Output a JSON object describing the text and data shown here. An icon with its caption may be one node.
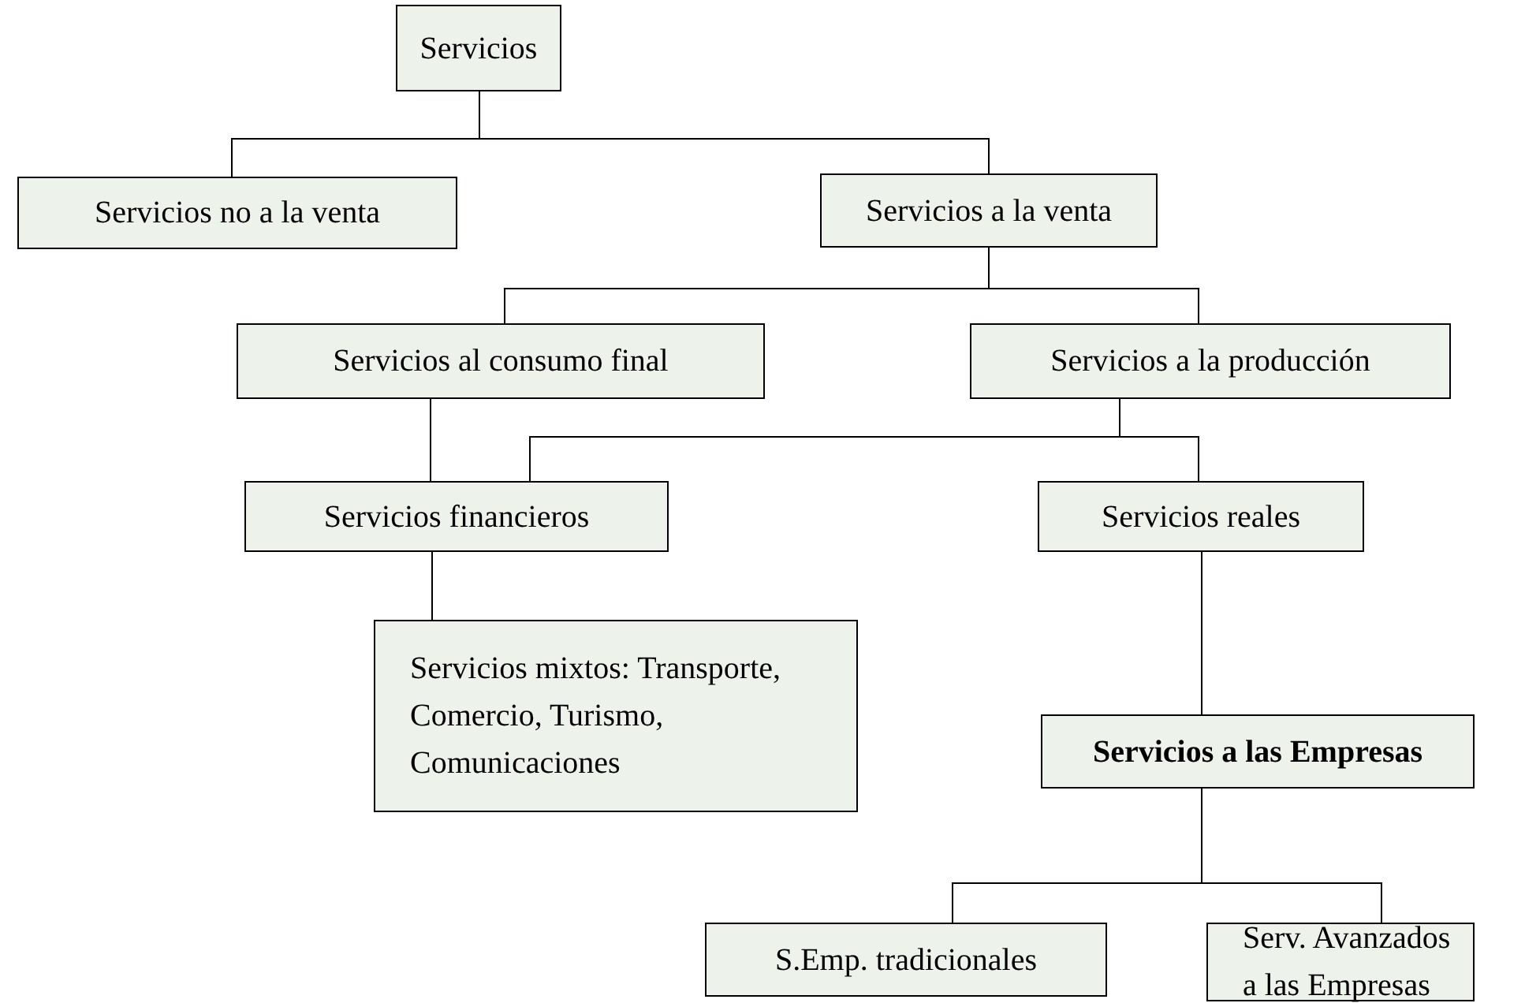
{
  "diagram": {
    "nodes": [
      {
        "text": [
          "Servicios"
        ]
      },
      {
        "text": [
          "Servicios no a la venta"
        ]
      },
      {
        "text": [
          "Servicios a la venta"
        ]
      },
      {
        "text": [
          "Servicios al consumo final"
        ]
      },
      {
        "text": [
          "Servicios a la producción"
        ]
      },
      {
        "text": [
          "Servicios financieros"
        ]
      },
      {
        "text": [
          "Servicios reales"
        ]
      },
      {
        "text": [
          "Servicios mixtos: Transporte, Comercio, Turismo, Comunicaciones"
        ]
      },
      {
        "text": [
          "Servicios a las Empresas"
        ]
      },
      {
        "text": [
          "S.Emp. tradicionales"
        ]
      },
      {
        "text": [
          "Serv. Avanzados a las Empresas"
        ]
      }
    ],
    "edges": [
      {
        "from": 0,
        "to": 1,
        "arrow": "none"
      },
      {
        "from": 0,
        "to": 2,
        "arrow": "none"
      },
      {
        "from": 2,
        "to": 3,
        "arrow": "none"
      },
      {
        "from": 2,
        "to": 4,
        "arrow": "none"
      },
      {
        "from": 3,
        "to": 5,
        "arrow": "none"
      },
      {
        "from": 4,
        "to": 5,
        "arrow": "none"
      },
      {
        "from": 4,
        "to": 6,
        "arrow": "none"
      },
      {
        "from": 5,
        "to": 7,
        "arrow": "none"
      },
      {
        "from": 6,
        "to": 8,
        "arrow": "none"
      },
      {
        "from": 8,
        "to": 9,
        "arrow": "none"
      },
      {
        "from": 8,
        "to": 10,
        "arrow": "none"
      }
    ]
  }
}
